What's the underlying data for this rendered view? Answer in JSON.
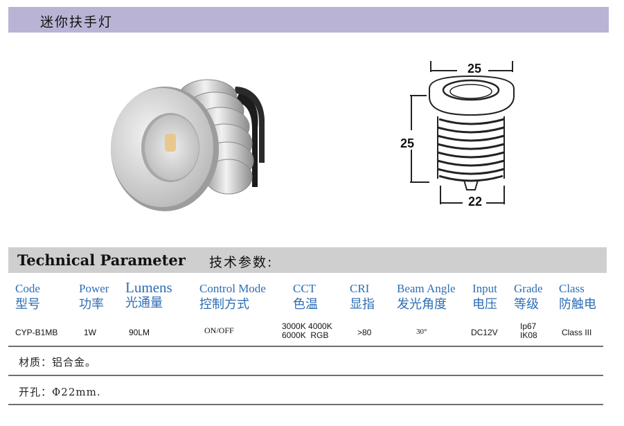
{
  "title": "迷你扶手灯",
  "diagram": {
    "top_dim": "25",
    "side_dim": "25",
    "bottom_dim": "22"
  },
  "parameter": {
    "title_en": "Technical Parameter",
    "title_cn": "技术参数:"
  },
  "columns": [
    {
      "en": "Code",
      "cn": "型号"
    },
    {
      "en": "Power",
      "cn": "功率"
    },
    {
      "en": "Lumens",
      "cn": "光通量"
    },
    {
      "en": "Control Mode",
      "cn": "控制方式"
    },
    {
      "en": "CCT",
      "cn": "色温"
    },
    {
      "en": "CRI",
      "cn": "显指"
    },
    {
      "en": "Beam Angle",
      "cn": "发光角度"
    },
    {
      "en": "Input",
      "cn": "电压"
    },
    {
      "en": "Grade",
      "cn": "等级"
    },
    {
      "en": "Class",
      "cn": "防触电"
    }
  ],
  "row": {
    "code": "CYP-B1MB",
    "power": "1W",
    "lumens": "90LM",
    "control": "ON/OFF",
    "cct_line1": "3000K 4000K",
    "cct_line2": "6000K  RGB",
    "cri": ">80",
    "beam": "30°",
    "input": "DC12V",
    "grade_line1": "Ip67",
    "grade_line2": "IK08",
    "class": "Class III"
  },
  "notes": {
    "material": "材质：铝合金。",
    "hole": "开孔：Φ22mm."
  }
}
